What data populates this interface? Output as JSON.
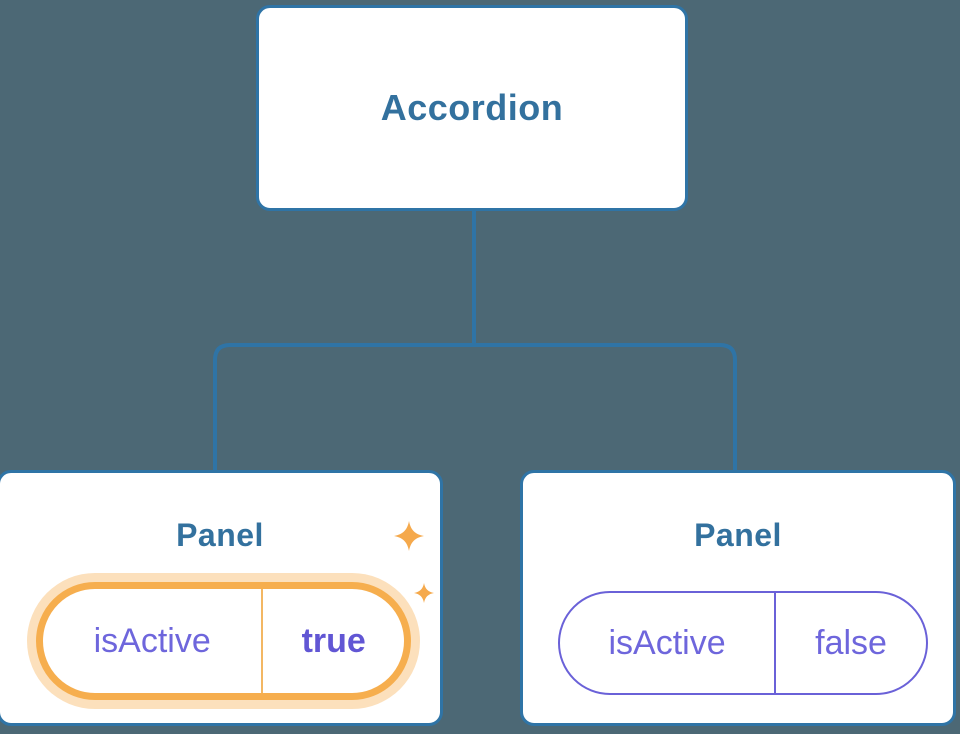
{
  "tree": {
    "root": {
      "label": "Accordion"
    },
    "children": [
      {
        "title": "Panel",
        "state": {
          "name": "isActive",
          "value": "true"
        },
        "highlighted": true
      },
      {
        "title": "Panel",
        "state": {
          "name": "isActive",
          "value": "false"
        },
        "highlighted": false
      }
    ]
  },
  "icons": [
    {
      "name": "sparkle-icon-large"
    },
    {
      "name": "sparkle-icon-small"
    }
  ],
  "colors": {
    "background": "#4C6875",
    "node_fill": "#FFFFFF",
    "node_border": "#2F74A6",
    "node_label": "#33719E",
    "connector": "#2F74A6",
    "state_text": "#6E66DC",
    "state_value_active": "#6156D4",
    "pill_border_active": "#F6AE4E",
    "pill_border_inactive": "#6A61D8",
    "pill_divider_active": "#F3B763",
    "sparkle": "#F5A94C"
  }
}
